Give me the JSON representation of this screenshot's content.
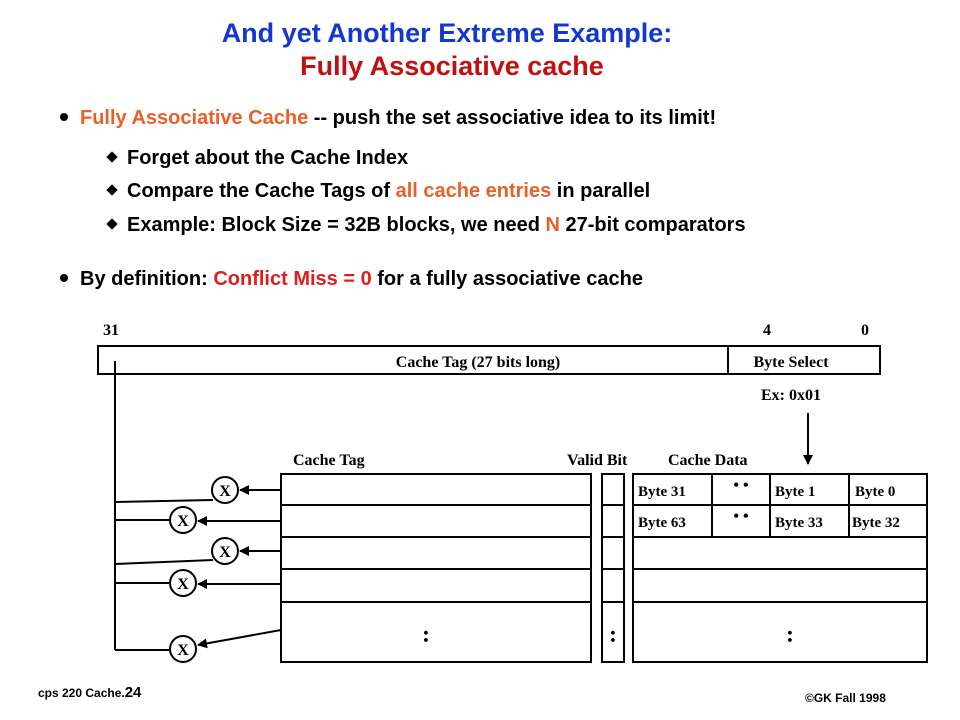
{
  "slide": {
    "title_line1": "And yet Another Extreme Example:",
    "title_line2": "Fully Associative cache",
    "bullets": {
      "b1_highlight": "Fully Associative Cache",
      "b1_rest": " -- push the set associative idea to its limit!",
      "s1": "Forget about the Cache Index",
      "s2_pre": "Compare the Cache Tags of ",
      "s2_highlight": "all cache entries",
      "s2_post": " in parallel",
      "s3_pre": "Example: Block Size = 32B blocks, we need ",
      "s3_highlight": "N",
      "s3_post": " 27-bit comparators",
      "b2_pre": "By definition: ",
      "b2_highlight": "Conflict Miss = 0",
      "b2_post": "  for a fully associative cache"
    },
    "footer_left_prefix": "cps 220 Cache.",
    "footer_left_num": "24",
    "footer_right": "©GK Fall 1998"
  },
  "diagram": {
    "bit_labels": {
      "msb": "31",
      "mid": "4",
      "lsb": "0"
    },
    "address_fields": {
      "tag": "Cache Tag (27 bits long)",
      "byte_select": "Byte Select"
    },
    "example": "Ex: 0x01",
    "column_headers": {
      "tag": "Cache Tag",
      "valid": "Valid Bit",
      "data": "Cache Data"
    },
    "row0": {
      "byte31": "Byte 31",
      "dots": "• •",
      "byte1": "Byte 1",
      "byte0": "Byte 0"
    },
    "row1": {
      "byte63": "Byte 63",
      "dots": "• •",
      "byte33": "Byte 33",
      "byte32": "Byte 32"
    },
    "comparator_symbol": "X",
    "vertical_ellipsis": ":"
  }
}
